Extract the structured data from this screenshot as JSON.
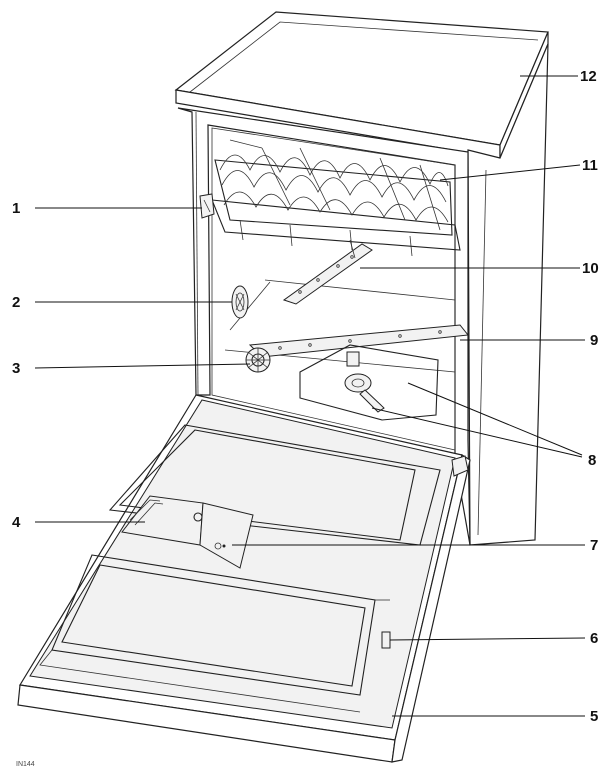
{
  "callouts": [
    {
      "id": "1",
      "target": "rack-lever"
    },
    {
      "id": "2",
      "target": "salt-container"
    },
    {
      "id": "3",
      "target": "lower-spray-arm"
    },
    {
      "id": "4",
      "target": "detergent-dispenser"
    },
    {
      "id": "5",
      "target": "door-frame"
    },
    {
      "id": "6",
      "target": "door-lock"
    },
    {
      "id": "7",
      "target": "rinse-aid-dispenser"
    },
    {
      "id": "8",
      "target": "filters"
    },
    {
      "id": "9",
      "target": "lower-spray-arm-bar"
    },
    {
      "id": "10",
      "target": "upper-spray-arm"
    },
    {
      "id": "11",
      "target": "upper-basket"
    },
    {
      "id": "12",
      "target": "worktop"
    }
  ],
  "figure_code": "IN144"
}
